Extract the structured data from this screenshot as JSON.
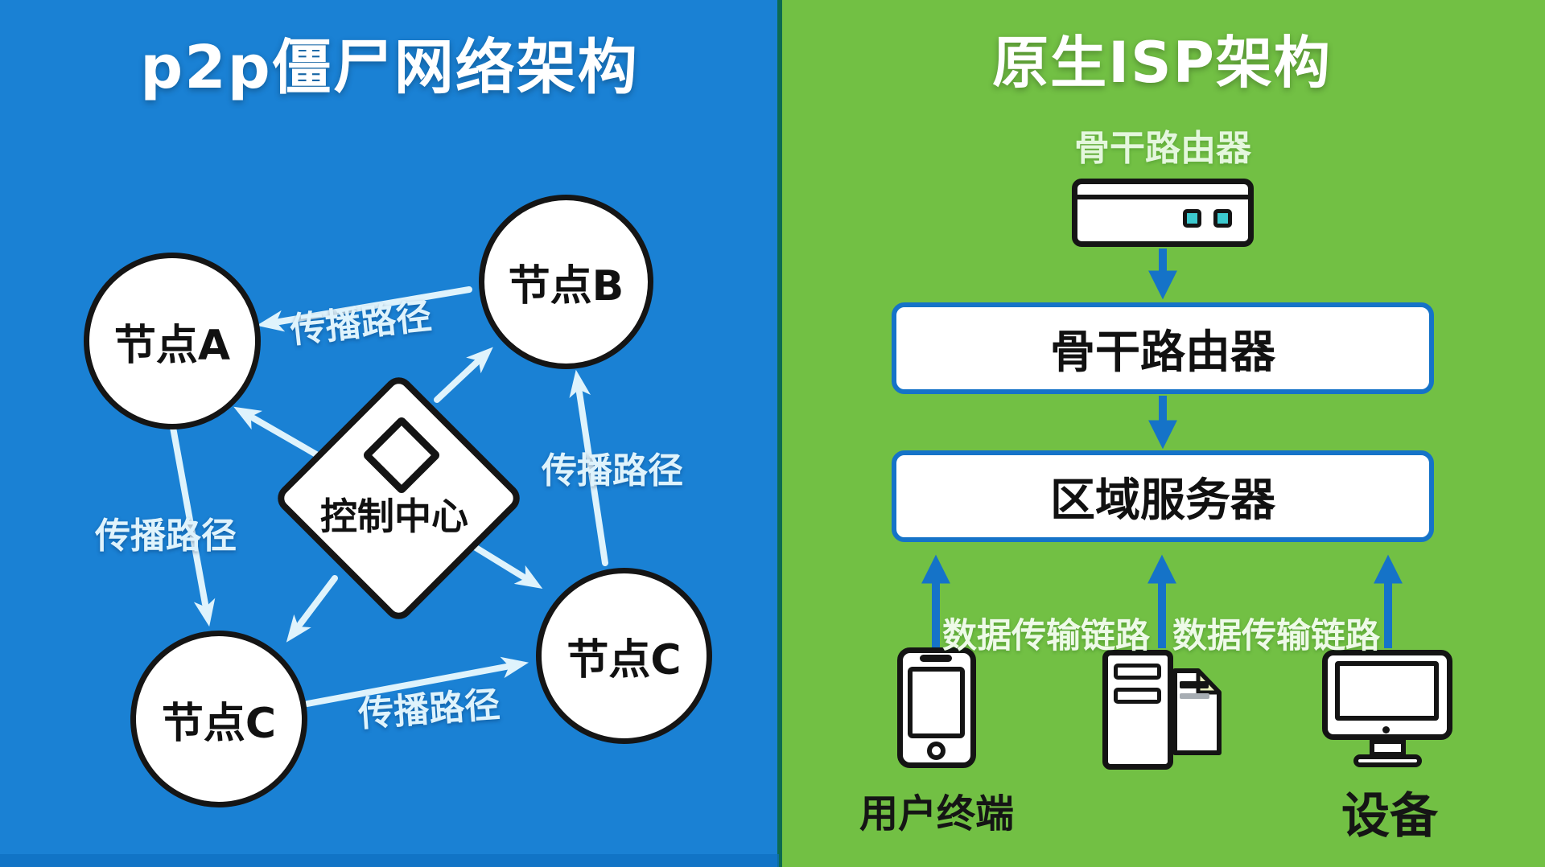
{
  "left_panel": {
    "title": "p2p僵尸网络架构",
    "bg_color": "#1a81d4",
    "arrow_color": "#dff3fc",
    "nodes": {
      "node_a": "节点A",
      "node_b": "节点B",
      "node_c_left": "节点C",
      "node_c_right": "节点C",
      "control_center": "控制中心"
    },
    "edge_labels": {
      "a_b": "传播路径",
      "a_c": "传播路径",
      "c_b": "传播路径",
      "c_c": "传播路径"
    }
  },
  "right_panel": {
    "title": "原生ISP架构",
    "bg_color": "#72c044",
    "accent_blue": "#1573c8",
    "port_color": "#3cc9ce",
    "router_caption": "骨干路由器",
    "backbone_box": "骨干路由器",
    "regional_box": "区域服务器",
    "link_label_left": "数据传输链路",
    "link_label_right": "数据传输链路",
    "phone_label": "用户终端",
    "device_label": "设备"
  }
}
